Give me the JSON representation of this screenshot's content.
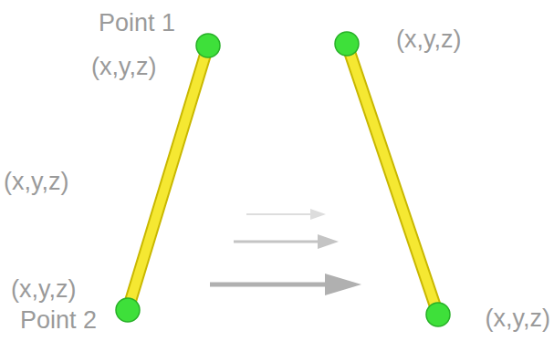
{
  "diagram": {
    "labels": [
      "Point 1",
      "(x,y,z)",
      "(x,y,z)",
      "(x,y,z)",
      "Point 2",
      "(x,y,z)",
      "(x,y,z)"
    ]
  }
}
